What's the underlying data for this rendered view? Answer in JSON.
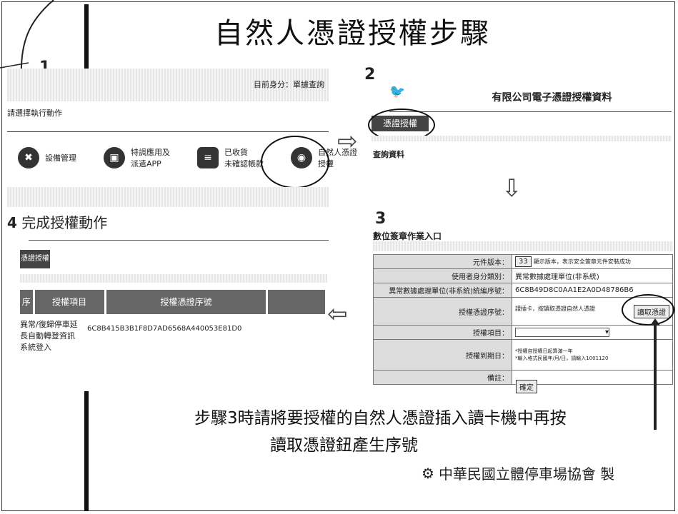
{
  "title": "自然人憑證授權步驟",
  "step1": {
    "number": "1",
    "user_identity": "目前身分：單據查詢",
    "action_prompt": "請選擇執行動作",
    "menu": [
      {
        "label": "設備管理",
        "icon": "tools-icon"
      },
      {
        "label": "特調應用及\n派遣APP",
        "icon": "app-icon"
      },
      {
        "label": "已收貨\n未確認帳款",
        "icon": "list-icon"
      },
      {
        "label": "自然人憑證\n授權",
        "icon": "certificate-icon"
      }
    ]
  },
  "step2": {
    "number": "2",
    "header": "有限公司電子憑證授權資料",
    "button": "憑證授權",
    "sub": "查詢資料"
  },
  "step3": {
    "number": "3",
    "header": "數位簽章作業入口",
    "rows": [
      {
        "label": "元件版本：",
        "value": "33",
        "note": "顯示版本，表示安全簽章元件安裝成功"
      },
      {
        "label": "使用者身分類別：",
        "value": "異常數據處理單位(非系統)"
      },
      {
        "label": "異常數據處理單位(非系統)統編序號：",
        "value": "6C8B49D8C0AA1E2A0D48786B6"
      },
      {
        "label": "授權憑證序號：",
        "value": "",
        "note": "請插卡，按讀取憑證自然人憑證",
        "button": "讀取憑證"
      },
      {
        "label": "授權項目：",
        "value": ""
      },
      {
        "label": "授權到期日：",
        "value": "",
        "note": "*授權自授權日起算滿一年\n*輸入格式民國年/月/日，請輸入1001120"
      },
      {
        "label": "備註：",
        "value": ""
      }
    ],
    "submit": "確定"
  },
  "step4": {
    "number": "4",
    "label": "完成授權動作",
    "button": "憑證授權",
    "columns": [
      "序",
      "授權項目",
      "授權憑證序號",
      ""
    ],
    "row": {
      "item": "異常/復歸停車延長自動轉登資訊系統登入",
      "serial": "6C8B415B3B1F8D7AD6568A440053E81D0"
    }
  },
  "note_line1": "步驟3時請將要授權的自然人憑證插入讀卡機中再按",
  "note_line2": "讀取憑證鈕產生序號",
  "footer": "中華民國立體停車場協會 製"
}
